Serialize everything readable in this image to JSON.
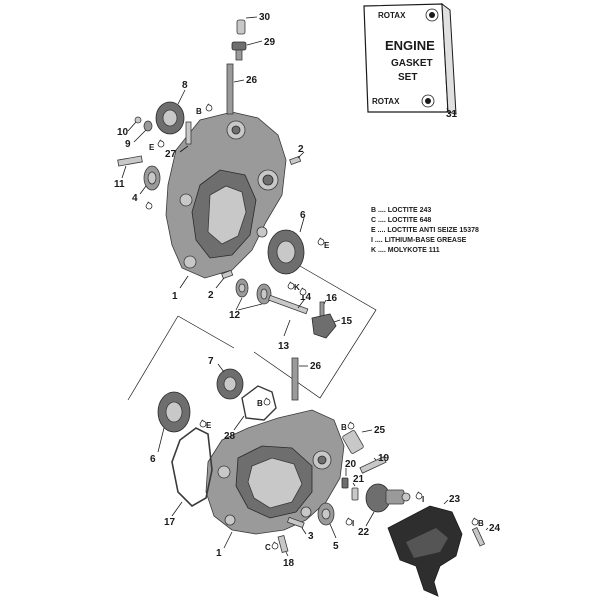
{
  "kit": {
    "brand_top": "ROTAX",
    "title_line1": "ENGINE",
    "title_line2": "GASKET",
    "title_line3": "SET",
    "brand_bottom": "ROTAX",
    "part_number": "31"
  },
  "legend": [
    {
      "code": "B",
      "text": "B .... LOCTITE 243"
    },
    {
      "code": "C",
      "text": "C .... LOCTITE 648"
    },
    {
      "code": "E",
      "text": "E .... LOCTITE ANTI SEIZE 15378"
    },
    {
      "code": "I",
      "text": "I .... LITHIUM-BASE GREASE"
    },
    {
      "code": "K",
      "text": "K .... MOLYKOTE 111"
    }
  ],
  "callouts": {
    "n30": "30",
    "n29": "29",
    "n26a": "26",
    "n8": "8",
    "n10": "10",
    "n9": "9",
    "n27": "27",
    "n2a": "2",
    "n11": "11",
    "n4": "4",
    "n6a": "6",
    "n1a": "1",
    "n2b": "2",
    "n12": "12",
    "n14": "14",
    "n16": "16",
    "n15": "15",
    "n13": "13",
    "n7": "7",
    "n26b": "26",
    "n28": "28",
    "n6b": "6",
    "n17": "17",
    "n25": "25",
    "n19": "19",
    "n20": "20",
    "n21": "21",
    "n23": "23",
    "n22": "22",
    "n24": "24",
    "n3": "3",
    "n5": "5",
    "n18": "18",
    "n1b": "1"
  },
  "markers": {
    "B1": "B",
    "E1": "E",
    "E2": "E",
    "I1": "I",
    "K1": "K",
    "B2": "B",
    "E3": "E",
    "B3": "B",
    "I2": "I",
    "I3": "I",
    "B4": "B",
    "C1": "C"
  }
}
